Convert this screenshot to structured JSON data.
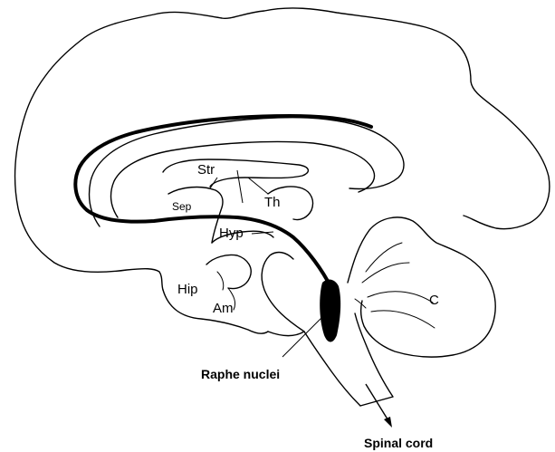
{
  "labels": {
    "str": "Str",
    "sep": "Sep",
    "th": "Th",
    "hyp": "Hyp",
    "hip": "Hip",
    "am": "Am",
    "c": "C",
    "raphe": "Raphe nuclei",
    "spinal": "Spinal cord"
  }
}
